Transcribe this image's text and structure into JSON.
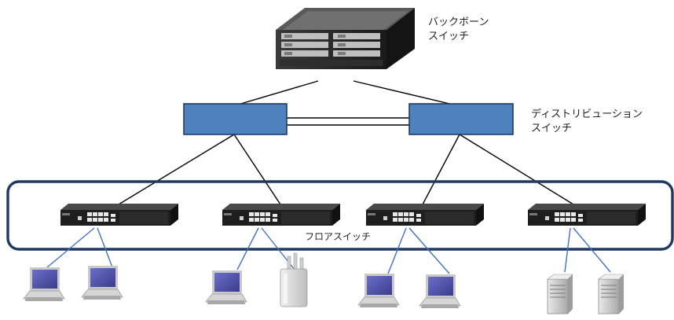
{
  "labels": {
    "backbone_line1": "バックボーン",
    "backbone_line2": "スイッチ",
    "distribution_line1": "ディストリビューション",
    "distribution_line2": "スイッチ",
    "floor": "フロアスイッチ"
  },
  "colors": {
    "dist_switch_fill": "#4e81bd",
    "dist_switch_stroke": "#1f3d66",
    "floor_frame": "#1f3864",
    "endpoint_link": "#4472c4",
    "core_link": "#000000"
  },
  "icons": {
    "backbone": "chassis-switch-icon",
    "distribution": "blue-box-switch-icon",
    "floor": "rack-switch-icon",
    "endpoints": [
      "laptop-icon",
      "wifi-access-point-icon",
      "server-tower-icon"
    ]
  }
}
